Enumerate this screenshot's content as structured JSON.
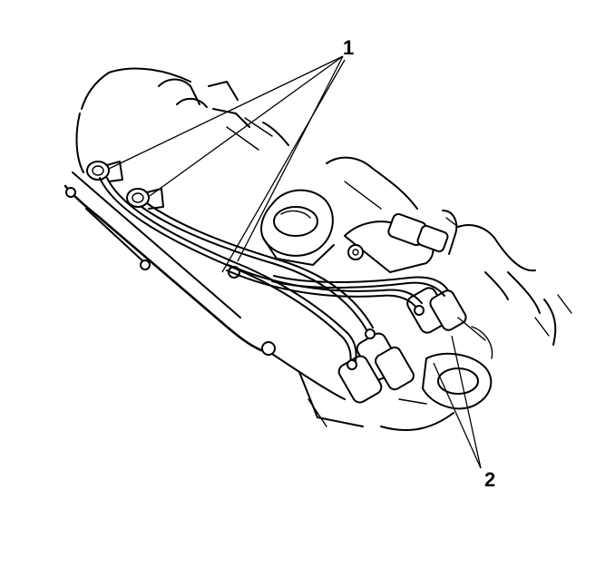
{
  "callouts": [
    {
      "id": "1",
      "label": "1",
      "meaning": ""
    },
    {
      "id": "2",
      "label": "2",
      "meaning": ""
    }
  ],
  "colors": {
    "line": "#000000",
    "background": "#ffffff"
  }
}
